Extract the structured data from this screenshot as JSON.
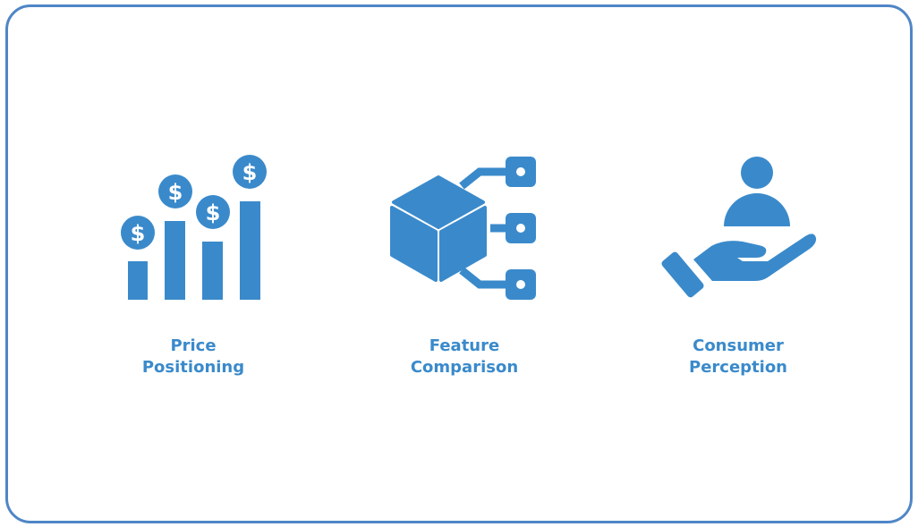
{
  "colors": {
    "border": "#4F86C6",
    "accent": "#3A8ACB",
    "background": "#FFFFFF"
  },
  "items": [
    {
      "icon": "price-chart-dollar-icon",
      "line1": "Price",
      "line2": "Positioning"
    },
    {
      "icon": "cube-network-icon",
      "line1": "Feature",
      "line2": "Comparison"
    },
    {
      "icon": "hand-holding-person-icon",
      "line1": "Consumer",
      "line2": "Perception"
    }
  ]
}
